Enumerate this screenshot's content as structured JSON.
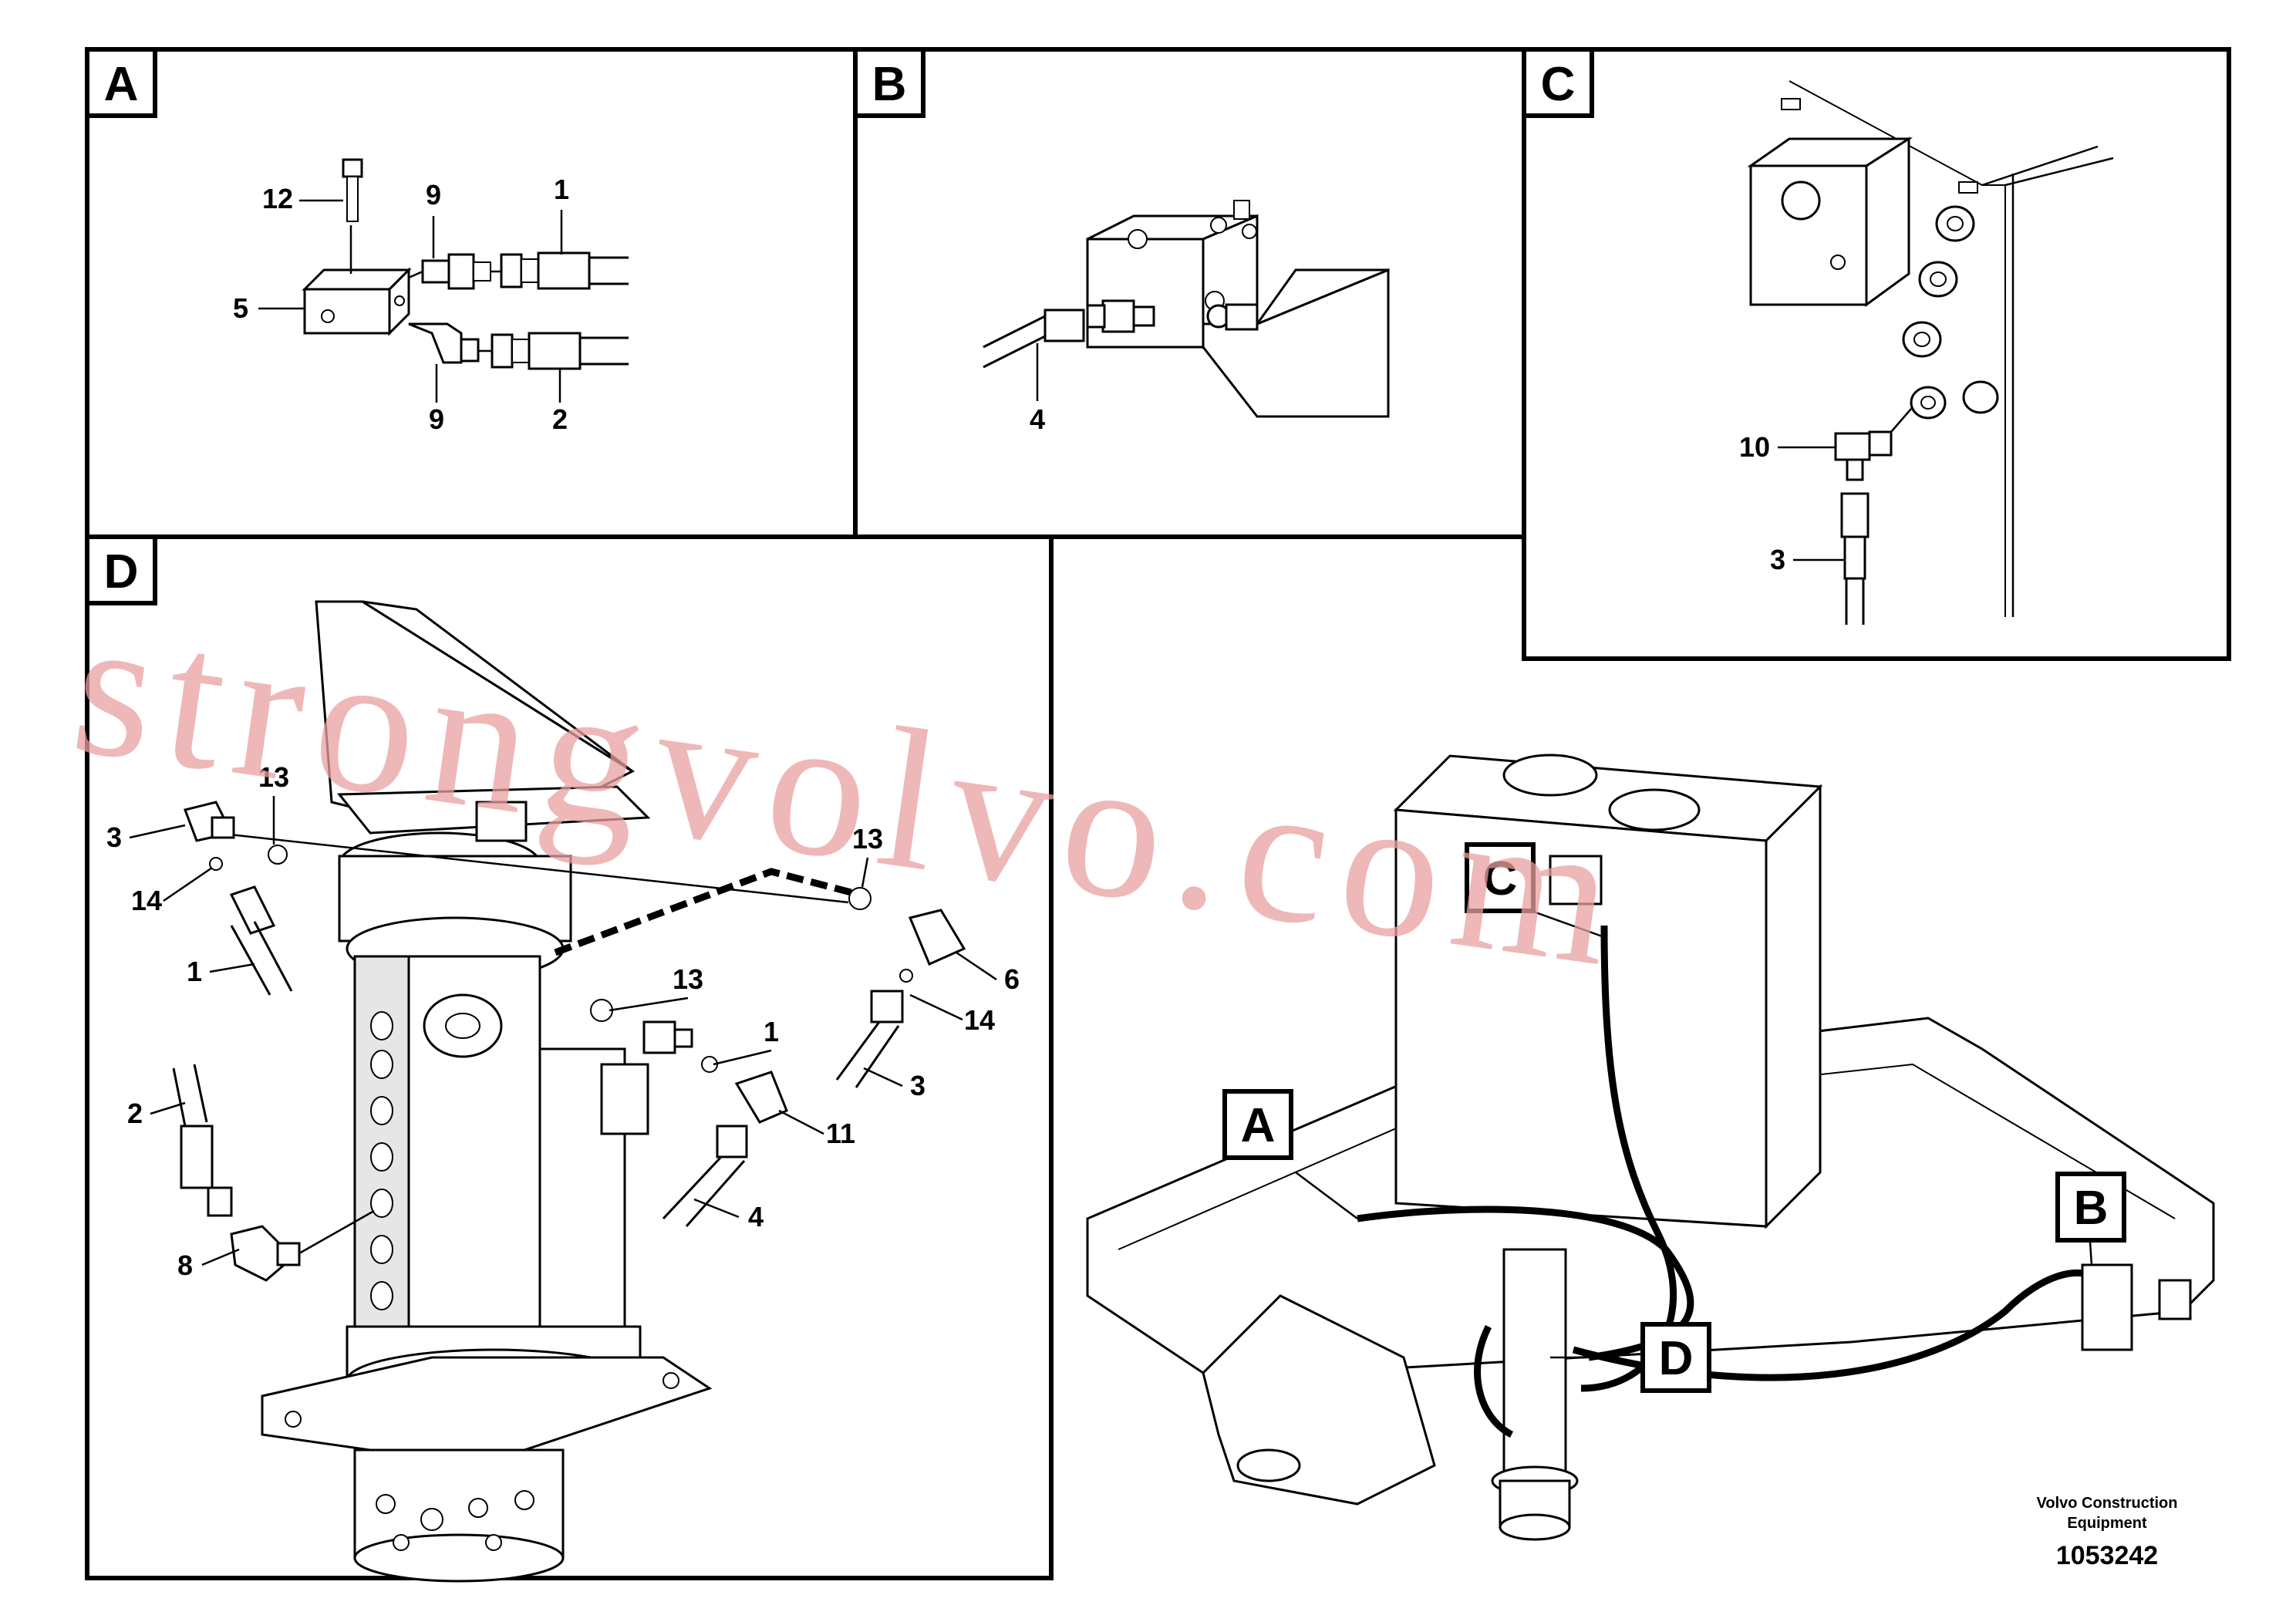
{
  "panels": [
    {
      "id": "A",
      "label": "A"
    },
    {
      "id": "B",
      "label": "B"
    },
    {
      "id": "C",
      "label": "C"
    },
    {
      "id": "D",
      "label": "D"
    }
  ],
  "overview_tags": {
    "A": "A",
    "B": "B",
    "C": "C",
    "D": "D"
  },
  "callouts": {
    "a_12": "12",
    "a_9_top": "9",
    "a_1": "1",
    "a_5": "5",
    "a_9_bottom": "9",
    "a_2": "2",
    "b_4": "4",
    "c_10": "10",
    "c_3": "3",
    "d_13_a": "13",
    "d_3_a": "3",
    "d_14_a": "14",
    "d_1_a": "1",
    "d_13_b": "13",
    "d_6": "6",
    "d_13_c": "13",
    "d_14_b": "14",
    "d_1_b": "1",
    "d_3_b": "3",
    "d_11": "11",
    "d_4": "4",
    "d_2": "2",
    "d_8": "8"
  },
  "footer": {
    "company_line1": "Volvo Construction",
    "company_line2": "Equipment",
    "ref_number": "1053242"
  },
  "watermark": "strongvolvo.com"
}
